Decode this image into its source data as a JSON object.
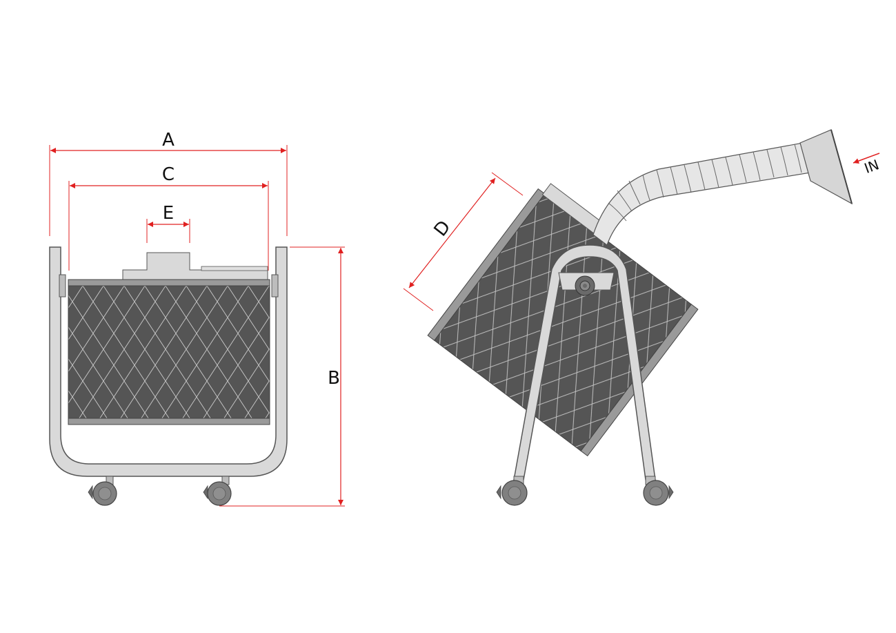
{
  "labels": {
    "A": "A",
    "B": "B",
    "C": "C",
    "D": "D",
    "E": "E",
    "in": "IN"
  },
  "colors": {
    "dimension_line": "#e02020",
    "frame_fill": "#d9d9d9",
    "frame_stroke": "#555555",
    "filter_fill": "#555555",
    "mesh_line": "#c8c8c8",
    "wheel_fill": "#808080",
    "hose_fill": "#e6e6e6"
  }
}
